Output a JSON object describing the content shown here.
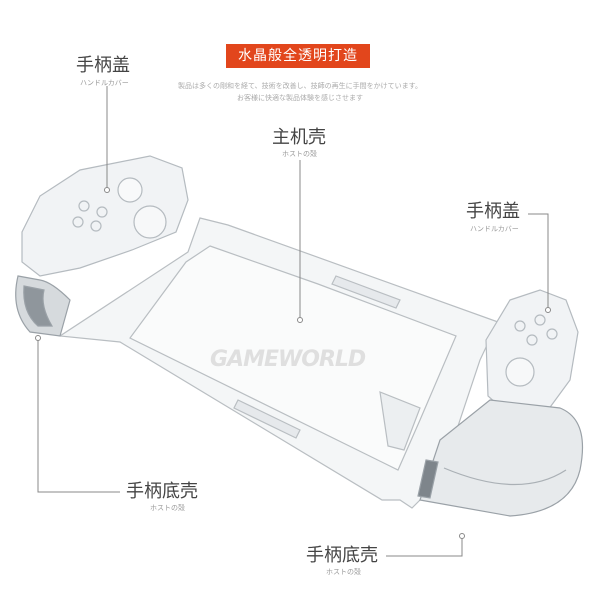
{
  "banner": {
    "title": "水晶般全透明打造"
  },
  "description": {
    "line1": "製品は多くの剛和を経て、技術を改善し、技師の再生に手間をかけています。",
    "line2": "お客様に快適な製品体験を感じさせます"
  },
  "callouts": {
    "top_left": {
      "title": "手柄盖",
      "subtitle": "ハンドルカバー"
    },
    "center": {
      "title": "主机壳",
      "subtitle": "ホストの殻"
    },
    "right": {
      "title": "手柄盖",
      "subtitle": "ハンドルカバー"
    },
    "bottom_left": {
      "title": "手柄底壳",
      "subtitle": "ホストの殻"
    },
    "bottom_right": {
      "title": "手柄底壳",
      "subtitle": "ホストの殻"
    }
  },
  "watermark": "GAMEWORLD",
  "colors": {
    "banner_bg": "#e2461c",
    "line": "#888888"
  }
}
